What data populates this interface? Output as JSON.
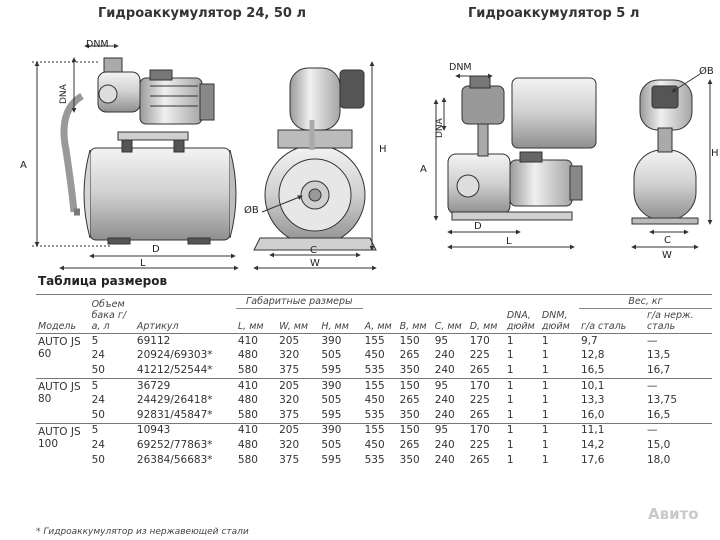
{
  "titles": {
    "left": "Гидроаккумулятор 24, 50 л",
    "right": "Гидроаккумулятор 5 л"
  },
  "dims_labels": {
    "dnm": "DNM",
    "dna": "DNA",
    "a": "A",
    "d": "D",
    "l": "L",
    "h": "H",
    "b": "ØB",
    "c": "C",
    "w": "W"
  },
  "table": {
    "title": "Таблица размеров",
    "headers": {
      "model": "Модель",
      "volume": "Объем бака г/а, л",
      "article": "Артикул",
      "overall": "Габаритные размеры",
      "l": "L, мм",
      "w": "W, мм",
      "h": "H, мм",
      "a": "A, мм",
      "b": "B, мм",
      "c": "C, мм",
      "d": "D, мм",
      "dna": "DNA, дюйм",
      "dnm": "DNM, дюйм",
      "weight": "Вес, кг",
      "w_steel": "г/а сталь",
      "w_stainless": "г/а нерж. сталь"
    },
    "groups": [
      {
        "model": "AUTO JS 60",
        "rows": [
          {
            "vol": "5",
            "art": "69112",
            "l": "410",
            "w": "205",
            "h": "390",
            "a": "155",
            "b": "150",
            "c": "95",
            "d": "170",
            "dna": "1",
            "dnm": "1",
            "ws": "9,7",
            "wn": "—"
          },
          {
            "vol": "24",
            "art": "20924/69303*",
            "l": "480",
            "w": "320",
            "h": "505",
            "a": "450",
            "b": "265",
            "c": "240",
            "d": "225",
            "dna": "1",
            "dnm": "1",
            "ws": "12,8",
            "wn": "13,5"
          },
          {
            "vol": "50",
            "art": "41212/52544*",
            "l": "580",
            "w": "375",
            "h": "595",
            "a": "535",
            "b": "350",
            "c": "240",
            "d": "265",
            "dna": "1",
            "dnm": "1",
            "ws": "16,5",
            "wn": "16,7"
          }
        ]
      },
      {
        "model": "AUTO JS 80",
        "rows": [
          {
            "vol": "5",
            "art": "36729",
            "l": "410",
            "w": "205",
            "h": "390",
            "a": "155",
            "b": "150",
            "c": "95",
            "d": "170",
            "dna": "1",
            "dnm": "1",
            "ws": "10,1",
            "wn": "—"
          },
          {
            "vol": "24",
            "art": "24429/26418*",
            "l": "480",
            "w": "320",
            "h": "505",
            "a": "450",
            "b": "265",
            "c": "240",
            "d": "225",
            "dna": "1",
            "dnm": "1",
            "ws": "13,3",
            "wn": "13,75"
          },
          {
            "vol": "50",
            "art": "92831/45847*",
            "l": "580",
            "w": "375",
            "h": "595",
            "a": "535",
            "b": "350",
            "c": "240",
            "d": "265",
            "dna": "1",
            "dnm": "1",
            "ws": "16,0",
            "wn": "16,5"
          }
        ]
      },
      {
        "model": "AUTO JS 100",
        "rows": [
          {
            "vol": "5",
            "art": "10943",
            "l": "410",
            "w": "205",
            "h": "390",
            "a": "155",
            "b": "150",
            "c": "95",
            "d": "170",
            "dna": "1",
            "dnm": "1",
            "ws": "11,1",
            "wn": "—"
          },
          {
            "vol": "24",
            "art": "69252/77863*",
            "l": "480",
            "w": "320",
            "h": "505",
            "a": "450",
            "b": "265",
            "c": "240",
            "d": "225",
            "dna": "1",
            "dnm": "1",
            "ws": "14,2",
            "wn": "15,0"
          },
          {
            "vol": "50",
            "art": "26384/56683*",
            "l": "580",
            "w": "375",
            "h": "595",
            "a": "535",
            "b": "350",
            "c": "240",
            "d": "265",
            "dna": "1",
            "dnm": "1",
            "ws": "17,6",
            "wn": "18,0"
          }
        ]
      }
    ],
    "footnote": "* Гидроаккумулятор из нержавеющей стали"
  },
  "watermark": "Авито"
}
